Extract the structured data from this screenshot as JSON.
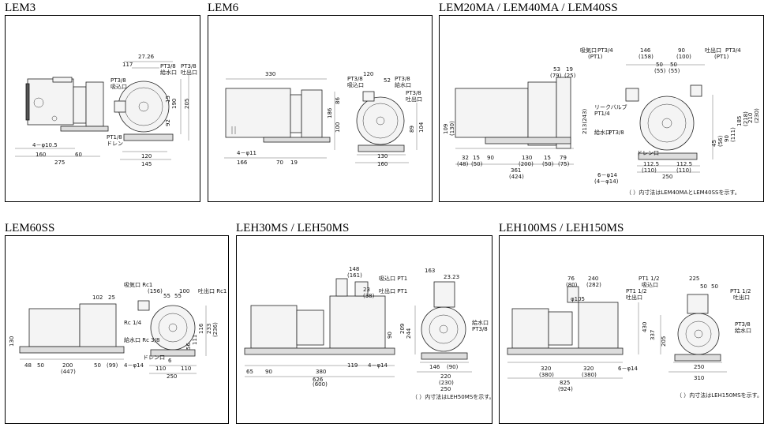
{
  "panels": {
    "lem3": {
      "title": "LEM3",
      "dims": [
        "27.26",
        "117",
        "PT3/8",
        "吸込口",
        "PT3/8",
        "PT3/8",
        "給水口",
        "吐出口",
        "190",
        "205",
        "15",
        "92",
        "PT1/8",
        "ドレン",
        "4－φ10.5",
        "160",
        "60",
        "275",
        "120",
        "145"
      ]
    },
    "lem6": {
      "title": "LEM6",
      "dims": [
        "330",
        "120",
        "PT3/8",
        "吸込口",
        "52",
        "PT3/8",
        "給水口",
        "PT3/8",
        "吐出口",
        "186",
        "86",
        "100",
        "89",
        "104",
        "4－φ11",
        "166",
        "70",
        "19",
        "130",
        "160"
      ]
    },
    "lem20": {
      "title": "LEM20MA / LEM40MA / LEM40SS",
      "dims": [
        "吸気口",
        "PT3/4",
        "(PT1)",
        "146",
        "(158)",
        "90",
        "(100)",
        "吐出口",
        "PT3/4",
        "(PT1)",
        "53",
        "19",
        "(79)",
        "(25)",
        "50",
        "(55)",
        "50",
        "(55)",
        "リークバルブ",
        "PT1/4",
        "213(243)",
        "給水口",
        "PT3/8",
        "109",
        "(130)",
        "45",
        "(56)",
        "90",
        "(111)",
        "185",
        "(218)",
        "210",
        "(230)",
        "32",
        "15",
        "(48)",
        "(50)",
        "90",
        "130",
        "(200)",
        "15",
        "(50)",
        "79",
        "(75)",
        "361",
        "(424)",
        "ドレン口",
        "112.5",
        "(110)",
        "112.5",
        "(110)",
        "250",
        "6－φ14",
        "(4－φ14)"
      ],
      "note": "（ ）内寸法はLEM40MAとLEM40SSを示す。"
    },
    "lem60": {
      "title": "LEM60SS",
      "dims": [
        "吸気口 Rc1",
        "(156)",
        "100",
        "吐出口 Rc1",
        "102",
        "25",
        "55",
        "55",
        "Rc 1/4",
        "給水口 Rc 3/8",
        "130",
        "ドレン口",
        "116",
        "111",
        "56",
        "233",
        "(236)",
        "48",
        "50",
        "200",
        "(447)",
        "50",
        "(99)",
        "4－φ14",
        "6",
        "110",
        "110",
        "250"
      ]
    },
    "leh30": {
      "title": "LEH30MS / LEH50MS",
      "dims": [
        "148",
        "(161)",
        "吸込口 PT1",
        "23",
        "(38)",
        "吐出口 PT1",
        "163",
        "23.23",
        "給水口",
        "PT3/8",
        "209",
        "244",
        "90",
        "65",
        "90",
        "380",
        "119",
        "4－φ14",
        "(600)",
        "626",
        "146",
        "(90)",
        "220",
        "(230)",
        "250"
      ],
      "note": "（ ）内寸法はLEH50MSを示す。"
    },
    "leh100": {
      "title": "LEH100MS / LEH150MS",
      "dims": [
        "76",
        "(80)",
        "240",
        "(282)",
        "φ105",
        "PT1 1/2",
        "吸込口",
        "PT1 1/2",
        "吐出口",
        "225",
        "50",
        "50",
        "PT1 1/2",
        "吐出口",
        "PT3/8",
        "給水口",
        "430",
        "337",
        "205",
        "320",
        "(380)",
        "320",
        "(380)",
        "825",
        "(924)",
        "6－φ14",
        "250",
        "310"
      ],
      "note": "（ ）内寸法はLEH150MSを示す。"
    }
  }
}
